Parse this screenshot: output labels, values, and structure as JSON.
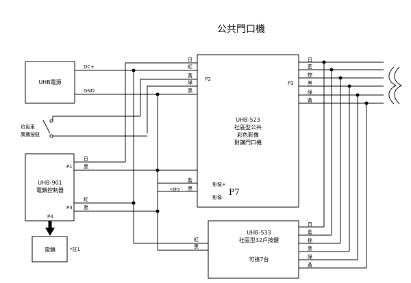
{
  "title": "公共門口機",
  "power": {
    "label": "UHB電源",
    "dc": "DC+",
    "gnd": "GND"
  },
  "switch": {
    "label1": "垃圾車",
    "label2": "廣播按鈕"
  },
  "controller": {
    "line1": "UHB-901",
    "line2": "電鎖控制器",
    "p1": "P1",
    "p3": "P3",
    "p4": "P4"
  },
  "lock": {
    "label": "電鎖",
    "note": "*註1"
  },
  "main_unit": {
    "line1": "UHB-523",
    "line2": "社區型公共",
    "line3": "彩色影像",
    "line4": "對講門口機",
    "p2": "P2",
    "p3": "P3",
    "video_plus": "影像+",
    "video_minus": "影像-",
    "p7": "P7"
  },
  "keypad": {
    "line1": "UHB-533",
    "line2": "社區型32戶按鍵",
    "line3": "可接7台"
  },
  "note2": "*註2",
  "wires": {
    "w": "白",
    "r": "紅",
    "y": "黃",
    "g": "綠",
    "k": "黑",
    "b": "藍",
    "br": "棕"
  }
}
